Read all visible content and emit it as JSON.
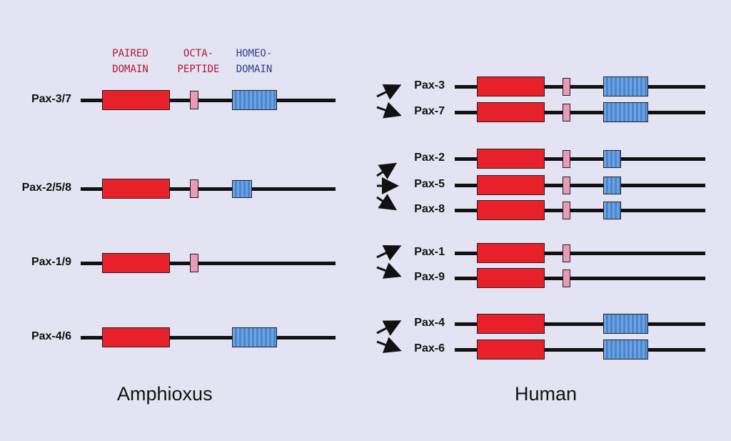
{
  "headers": {
    "paired": [
      "PAIRED",
      "DOMAIN"
    ],
    "octa": [
      "OCTA-",
      "PEPTIDE"
    ],
    "homeo": [
      "HOMEO-",
      "DOMAIN"
    ]
  },
  "amphioxus": {
    "title": "Amphioxus",
    "genes": [
      {
        "label": "Pax-3/7",
        "octapeptide": true,
        "homeodomain": "full"
      },
      {
        "label": "Pax-2/5/8",
        "octapeptide": true,
        "homeodomain": "partial"
      },
      {
        "label": "Pax-1/9",
        "octapeptide": true,
        "homeodomain": "none"
      },
      {
        "label": "Pax-4/6",
        "octapeptide": false,
        "homeodomain": "full"
      }
    ]
  },
  "human": {
    "title": "Human",
    "genes": [
      {
        "label": "Pax-3",
        "octapeptide": true,
        "homeodomain": "full"
      },
      {
        "label": "Pax-7",
        "octapeptide": true,
        "homeodomain": "full"
      },
      {
        "label": "Pax-2",
        "octapeptide": true,
        "homeodomain": "partial"
      },
      {
        "label": "Pax-5",
        "octapeptide": true,
        "homeodomain": "partial"
      },
      {
        "label": "Pax-8",
        "octapeptide": true,
        "homeodomain": "partial"
      },
      {
        "label": "Pax-1",
        "octapeptide": true,
        "homeodomain": "none"
      },
      {
        "label": "Pax-9",
        "octapeptide": true,
        "homeodomain": "none"
      },
      {
        "label": "Pax-4",
        "octapeptide": false,
        "homeodomain": "full"
      },
      {
        "label": "Pax-6",
        "octapeptide": false,
        "homeodomain": "full"
      }
    ]
  },
  "colors": {
    "background": "#e3e3f3",
    "paired_domain": "#e8202a",
    "octapeptide": "#e99ab6",
    "homeodomain": "#4f8fd8",
    "header_red": "#b01830",
    "header_blue": "#2f3f8a"
  }
}
